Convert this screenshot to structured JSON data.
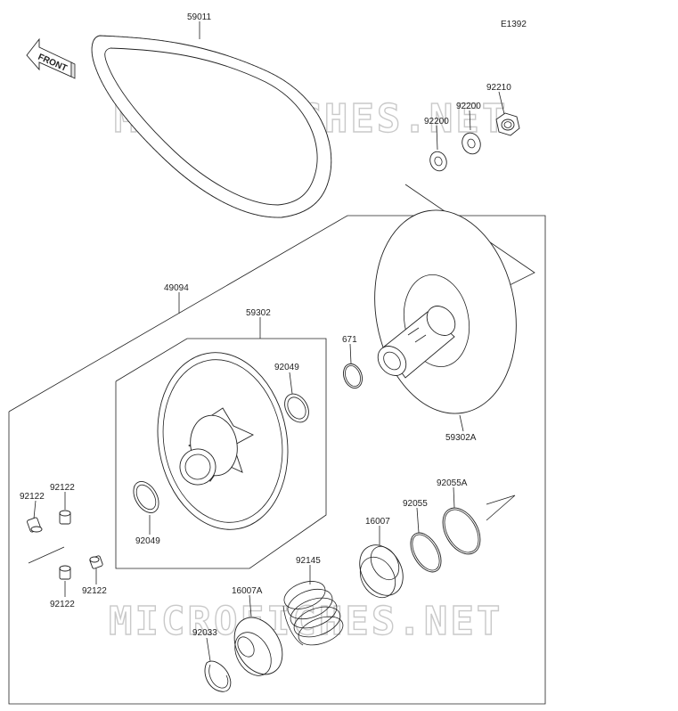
{
  "diagram": {
    "code": "E1392",
    "direction_label": "FRONT",
    "watermark": "MICROFICHES.NET",
    "parts": {
      "belt": "59011",
      "nut": "92210",
      "washer_large": "92200",
      "washer_small": "92200",
      "assembly": "49094",
      "movable_sheave": "59302",
      "fixed_sheave": "59302A",
      "oring_671": "671",
      "bushing_upper": "92049",
      "bushing_lower": "92049",
      "slider_1": "92122",
      "slider_2": "92122",
      "slider_3": "92122",
      "slider_4": "92122",
      "cam": "16007",
      "oring_a": "92055",
      "oring_b": "92055A",
      "spring": "92145",
      "holder": "16007A",
      "circlip": "92033"
    }
  }
}
